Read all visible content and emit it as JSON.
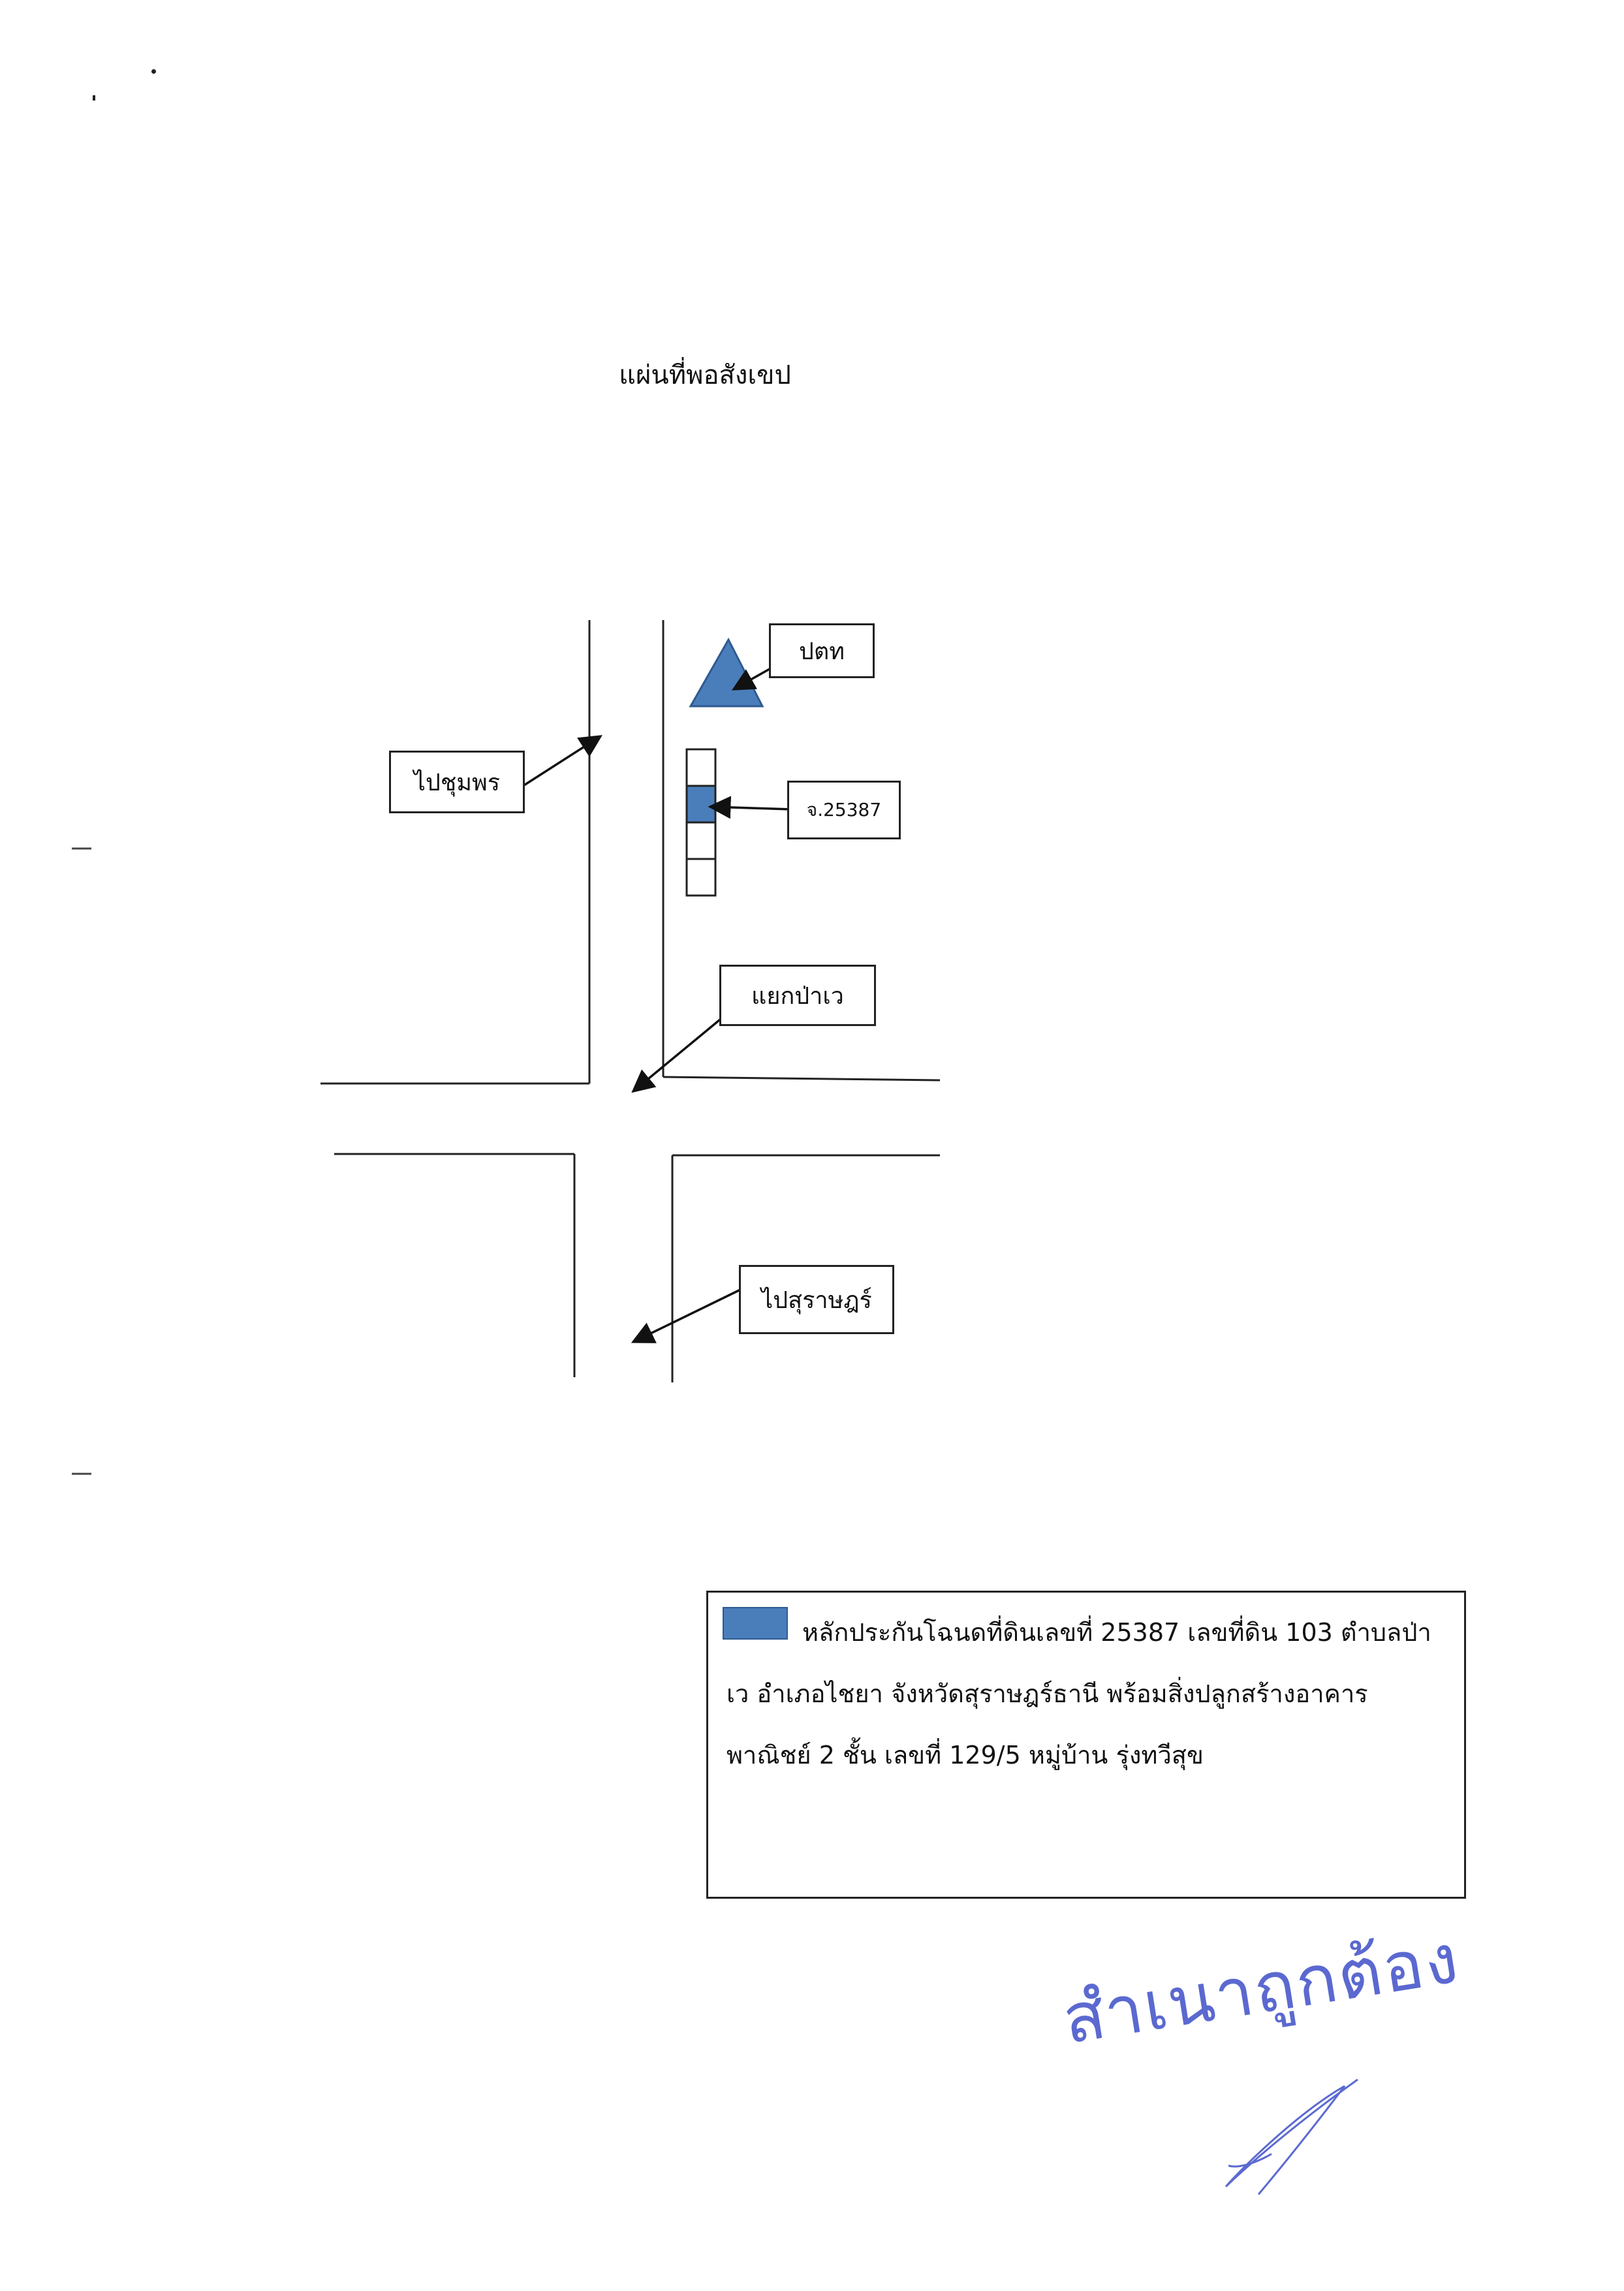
{
  "title": "แผ่นที่พอสังเขป",
  "labels": {
    "ptt": "ปตท",
    "chumphon": "ไปชุมพร",
    "deed": "จ.25387",
    "junction": "แยกป่าเว",
    "surat": "ไปสุราษฎร์"
  },
  "legend": {
    "text": "หลักประกันโฉนดที่ดินเลขที่ 25387 เลขที่ดิน 103 ตำบลป่าเว อำเภอไชยา จังหวัดสุราษฎร์ธานี พร้อมสิ่งปลูกสร้างอาคารพาณิชย์ 2 ชั้น เลขที่ 129/5 หมู่บ้าน รุ่งทวีสุข"
  },
  "stamp": "สำเนาถูกต้อง",
  "colors": {
    "marker_fill": "#4a7ebb",
    "marker_stroke": "#2f5a8f",
    "stamp": "#3f50c8",
    "line": "#222222"
  },
  "icons": {
    "ptt_marker": "triangle-icon",
    "property_marker": "square-icon"
  }
}
